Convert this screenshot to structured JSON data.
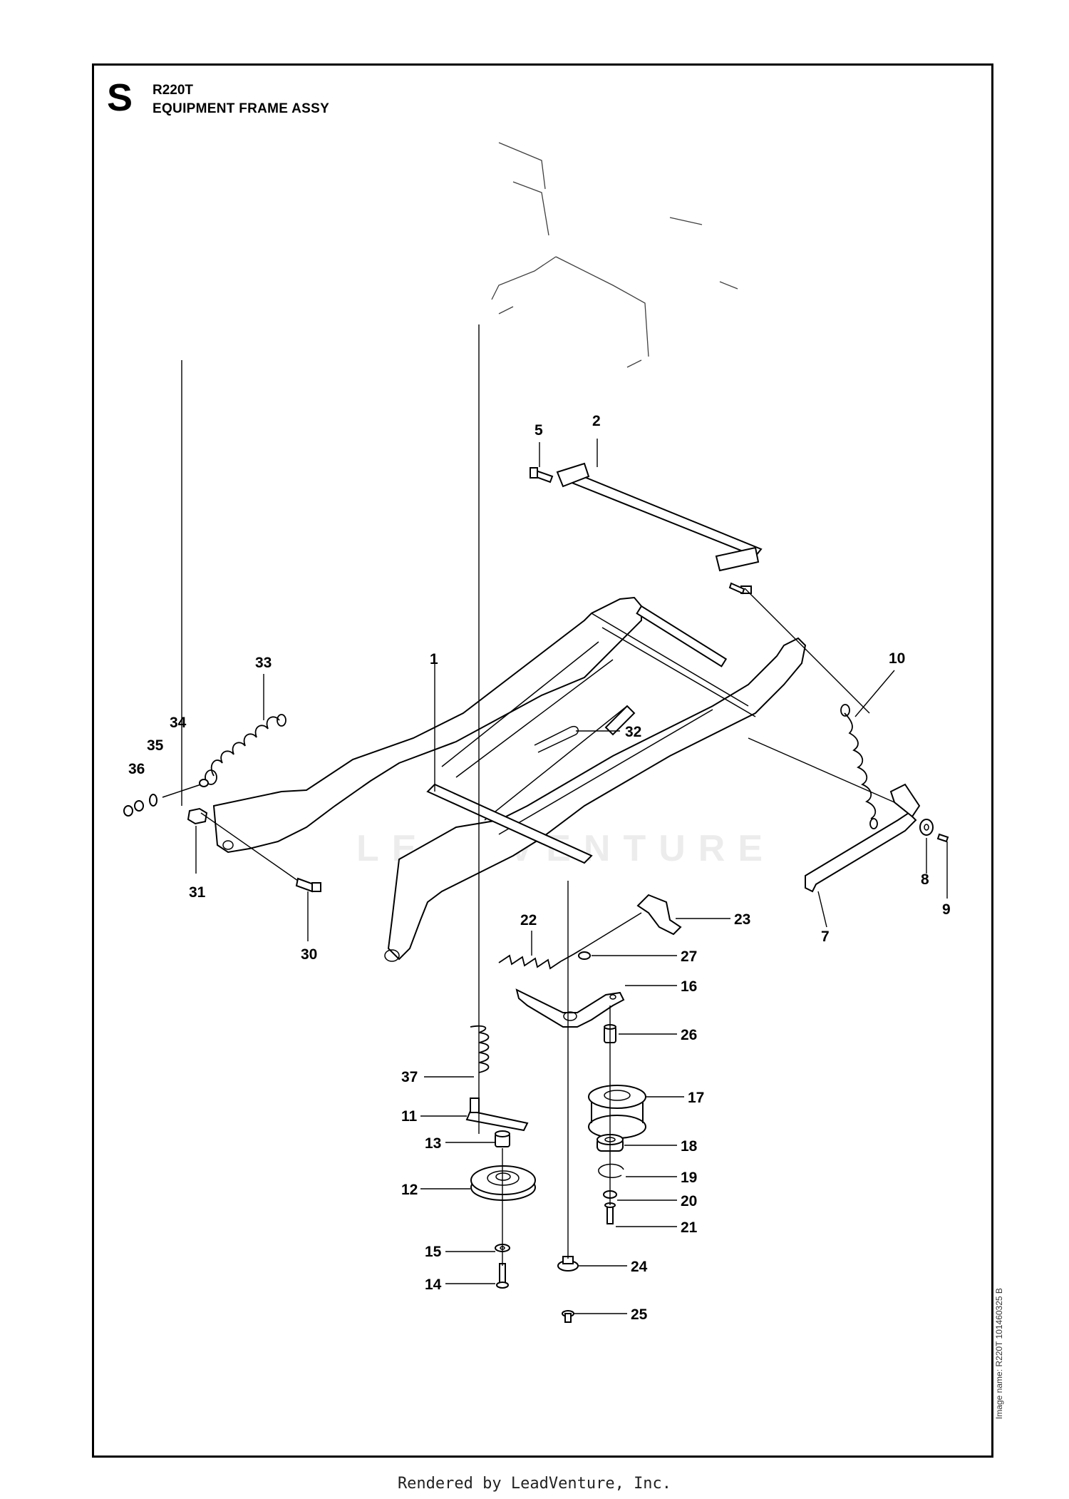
{
  "header": {
    "section_letter": "S",
    "model": "R220T",
    "assembly_title": "EQUIPMENT FRAME ASSY"
  },
  "side_note": "Image name: R220T 101460325 B",
  "watermark": "LEADVENTURE",
  "footer": "Rendered by LeadVenture, Inc.",
  "callouts": {
    "c1": "1",
    "c2": "2",
    "c5": "5",
    "c7": "7",
    "c8": "8",
    "c9": "9",
    "c10": "10",
    "c11": "11",
    "c12": "12",
    "c13": "13",
    "c14": "14",
    "c15": "15",
    "c16": "16",
    "c17": "17",
    "c18": "18",
    "c19": "19",
    "c20": "20",
    "c21": "21",
    "c22": "22",
    "c23": "23",
    "c24": "24",
    "c25": "25",
    "c26": "26",
    "c27": "27",
    "c30": "30",
    "c31": "31",
    "c32": "32",
    "c33": "33",
    "c34": "34",
    "c35": "35",
    "c36": "36",
    "c37": "37"
  }
}
